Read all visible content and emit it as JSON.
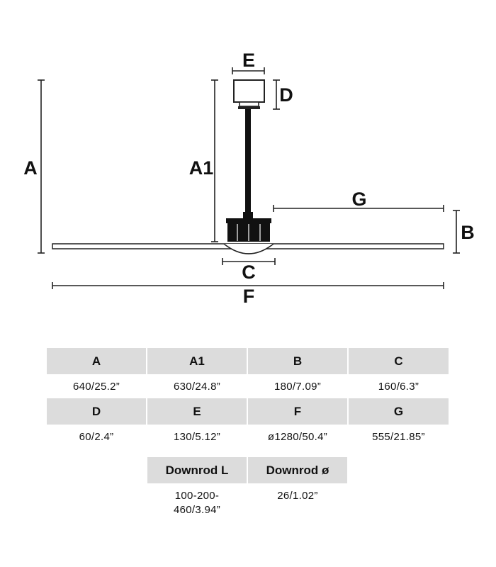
{
  "diagram": {
    "labels": {
      "A": "A",
      "A1": "A1",
      "B": "B",
      "C": "C",
      "D": "D",
      "E": "E",
      "F": "F",
      "G": "G"
    }
  },
  "spec_table": {
    "rows": [
      {
        "cells": [
          {
            "header": "A",
            "value": "640/25.2”"
          },
          {
            "header": "A1",
            "value": "630/24.8”"
          },
          {
            "header": "B",
            "value": "180/7.09”"
          },
          {
            "header": "C",
            "value": "160/6.3”"
          }
        ]
      },
      {
        "cells": [
          {
            "header": "D",
            "value": "60/2.4”"
          },
          {
            "header": "E",
            "value": "130/5.12”"
          },
          {
            "header": "F",
            "value": "ø1280/50.4”"
          },
          {
            "header": "G",
            "value": "555/21.85”"
          }
        ]
      },
      {
        "cells": [
          {
            "header": "Downrod L",
            "value": "100-200-460/3.94”"
          },
          {
            "header": "Downrod ø",
            "value": "26/1.02”"
          }
        ]
      }
    ]
  }
}
